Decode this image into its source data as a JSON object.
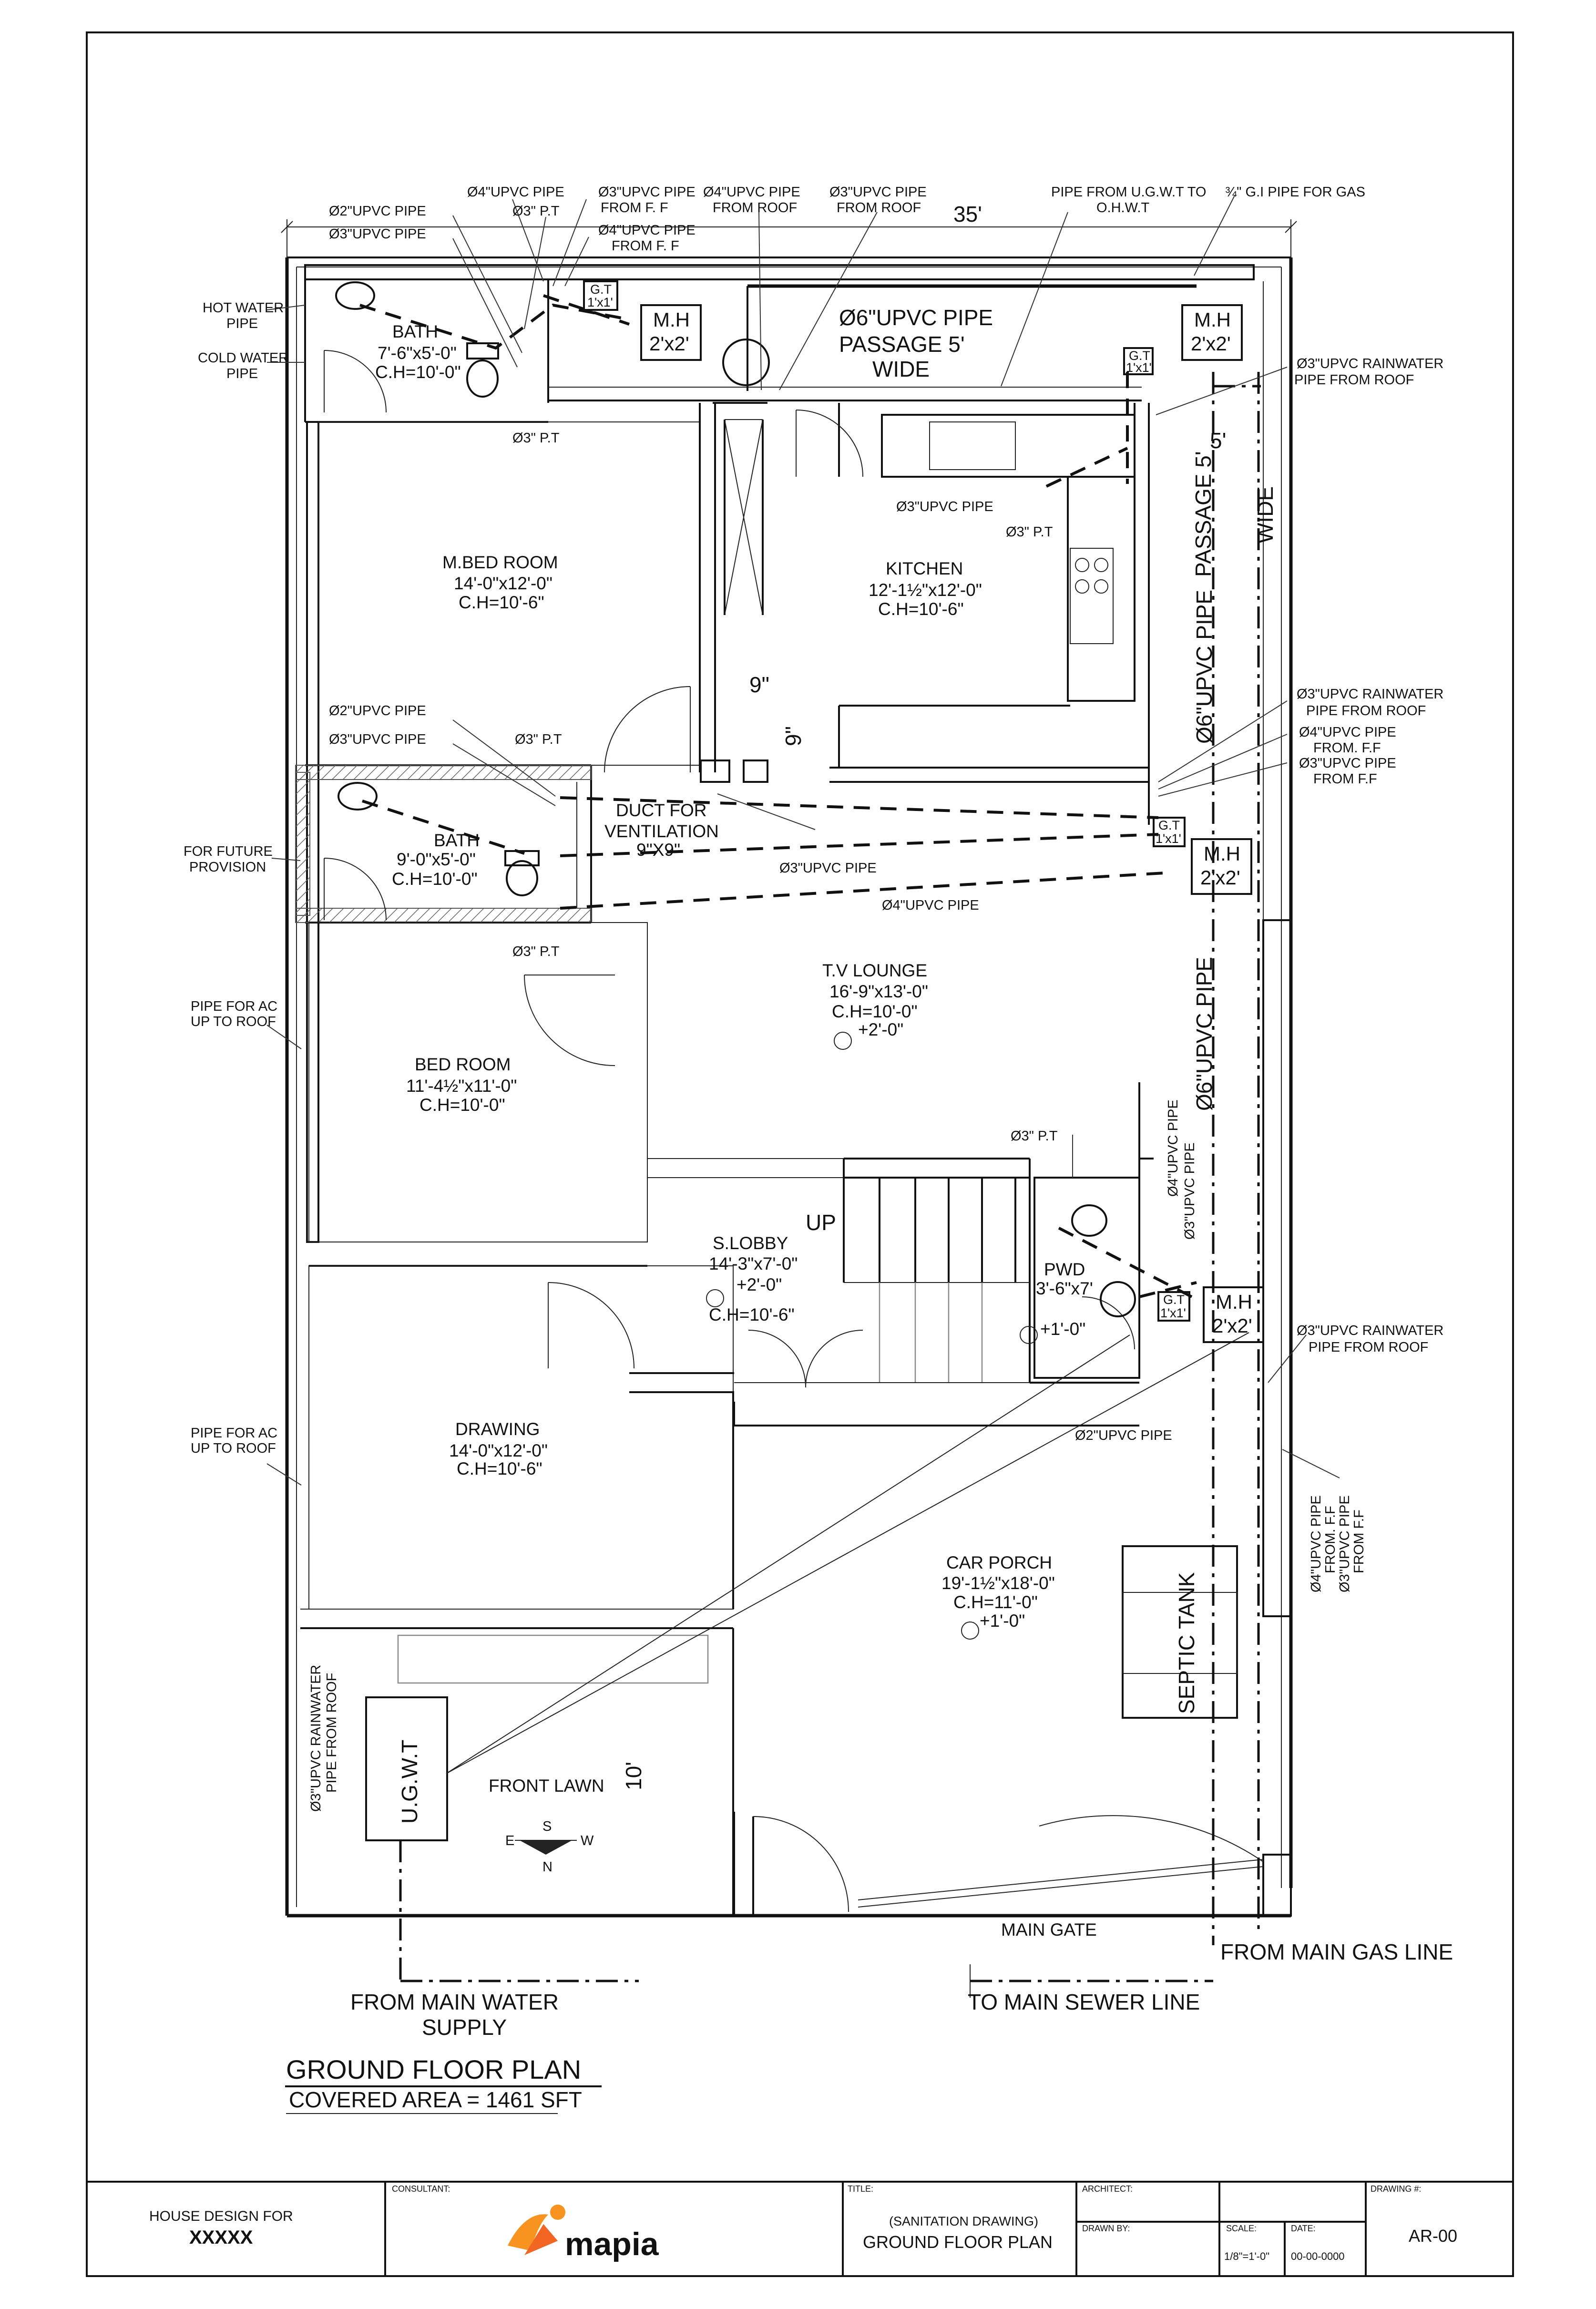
{
  "plan": {
    "title": "GROUND FLOOR PLAN",
    "covered_area": "COVERED AREA =  1461 SFT",
    "width_dim": "35'",
    "front_dim": "10'",
    "passage_top_dim": "5'",
    "duct_dim_a": "9\"",
    "duct_dim_b": "9\""
  },
  "rooms": {
    "bath1": [
      "BATH",
      "7'-6\"x5'-0\"",
      "C.H=10'-0\""
    ],
    "mbed": [
      "M.BED ROOM",
      "14'-0\"x12'-0\"",
      "C.H=10'-6\""
    ],
    "kitchen": [
      "KITCHEN",
      "12'-1½\"x12'-0\"",
      "C.H=10'-6\""
    ],
    "bath2": [
      "BATH",
      "9'-0\"x5'-0\"",
      "C.H=10'-0\""
    ],
    "duct": [
      "DUCT FOR",
      "VENTILATION",
      "9\"X9\""
    ],
    "tv": [
      "T.V LOUNGE",
      "16'-9\"x13'-0\"",
      "C.H=10'-0\"",
      "+2'-0\""
    ],
    "bed": [
      "BED ROOM",
      "11'-4½\"x11'-0\"",
      "C.H=10'-0\""
    ],
    "lobby": [
      "S.LOBBY",
      "14'-3\"x7'-0\"",
      "+2'-0\"",
      "C.H=10'-6\""
    ],
    "pwd": [
      "PWD",
      "3'-6\"x7'",
      "+1'-0\""
    ],
    "drawing": [
      "DRAWING",
      "14'-0\"x12'-0\"",
      "C.H=10'-6\""
    ],
    "porch": [
      "CAR PORCH",
      "19'-1½\"x18'-0\"",
      "C.H=11'-0\"",
      "+1'-0\""
    ],
    "lawn": "FRONT LAWN",
    "ugwt": "U.G.W.T",
    "septic": "SEPTIC  TANK",
    "up": "UP",
    "main_gate": "MAIN GATE",
    "passage_top": [
      "Ø6\"UPVC PIPE",
      "PASSAGE 5'",
      "WIDE"
    ],
    "passage_side": [
      "PASSAGE 5'",
      "WIDE"
    ],
    "pipe_side_a": "Ø6\"UPVC PIPE",
    "pipe_side_b": "Ø6\"UPVC PIPE"
  },
  "manholes": [
    [
      "M.H",
      "2'x2'"
    ],
    [
      "M.H",
      "2'x2'"
    ],
    [
      "M.H",
      "2'x2'"
    ],
    [
      "M.H",
      "2'x2'"
    ]
  ],
  "gully_trap": [
    "G.T",
    "1'x1'"
  ],
  "compass": {
    "n": "N",
    "s": "S",
    "e": "E",
    "w": "W"
  },
  "notes": {
    "top_o4_pipe": "Ø4\"UPVC PIPE",
    "top_o3_pt": "Ø3\" P.T",
    "top_o3_ff": [
      "Ø3\"UPVC PIPE",
      "FROM F. F"
    ],
    "top_o4_ff": [
      "Ø4\"UPVC PIPE",
      "FROM F. F"
    ],
    "top_o4_roof": [
      "Ø4\"UPVC PIPE",
      "FROM ROOF"
    ],
    "top_o3_roof": [
      "Ø3\"UPVC PIPE",
      "FROM ROOF"
    ],
    "ugwt_ohwt": [
      "PIPE FROM U.G.W.T TO",
      "O.H.W.T"
    ],
    "gi_gas": "¾\" G.I PIPE FOR GAS",
    "o2_pipe_1": "Ø2\"UPVC PIPE",
    "o3_pipe_1": "Ø3\"UPVC PIPE",
    "hot_water": [
      "HOT WATER",
      "PIPE"
    ],
    "cold_water": [
      "COLD WATER",
      "PIPE"
    ],
    "o3_pt_bath1": "Ø3\" P.T",
    "rw_top_right": [
      "Ø3\"UPVC RAINWATER",
      "PIPE FROM ROOF"
    ],
    "kitchen_o3_pipe": "Ø3\"UPVC PIPE",
    "kitchen_o3_pt": "Ø3\" P.T",
    "o2_pipe_2": "Ø2\"UPVC PIPE",
    "o3_pipe_2": "Ø3\"UPVC PIPE",
    "o3_pt_bath2_top": "Ø3\" P.T",
    "rw_mid_right": [
      "Ø3\"UPVC RAINWATER",
      "PIPE FROM ROOF"
    ],
    "o4_ff_right": [
      "Ø4\"UPVC PIPE",
      "FROM. F.F"
    ],
    "o3_ff_right": [
      "Ø3\"UPVC PIPE",
      "FROM F.F"
    ],
    "future": [
      "FOR FUTURE",
      "PROVISION"
    ],
    "o3_pipe_run": "Ø3\"UPVC PIPE",
    "o4_pipe_run": "Ø4\"UPVC PIPE",
    "o3_pt_bath2_bot": "Ø3\" P.T",
    "ac_pipe_1": [
      "PIPE FOR AC",
      "UP TO ROOF"
    ],
    "ac_pipe_2": [
      "PIPE FOR AC",
      "UP TO ROOF"
    ],
    "pwd_o3_pt": "Ø3\" P.T",
    "pwd_o4": "Ø4\"UPVC PIPE",
    "pwd_o3": "Ø3\"UPVC PIPE",
    "pwd_o2": "Ø2\"UPVC PIPE",
    "rw_lower_right": [
      "Ø3\"UPVC RAINWATER",
      "PIPE FROM ROOF"
    ],
    "vert_right": [
      "Ø4\"UPVC PIPE",
      "FROM. F.F",
      "Ø3\"UPVC PIPE",
      "FROM F.F"
    ],
    "rw_lawn": [
      "Ø3\"UPVC RAINWATER",
      "PIPE FROM ROOF"
    ],
    "water_supply": [
      "FROM  MAIN WATER",
      "SUPPLY"
    ],
    "sewer": "TO MAIN SEWER LINE",
    "gas_line": "FROM MAIN GAS LINE"
  },
  "title_block": {
    "house_for": "HOUSE DESIGN FOR",
    "client": "XXXXX",
    "consultant": "CONSULTANT:",
    "logo_text": "mapia",
    "title_label": "TITLE:",
    "subtitle": "(SANITATION DRAWING)",
    "sheet_title": "GROUND FLOOR PLAN",
    "architect": "ARCHITECT:",
    "drawn_by": "DRAWN BY:",
    "scale_label": "SCALE:",
    "scale": "1/8\"=1'-0\"",
    "date_label": "DATE:",
    "date": "00-00-0000",
    "drawing_no_label": "DRAWING #:",
    "drawing_no": "AR-00"
  }
}
